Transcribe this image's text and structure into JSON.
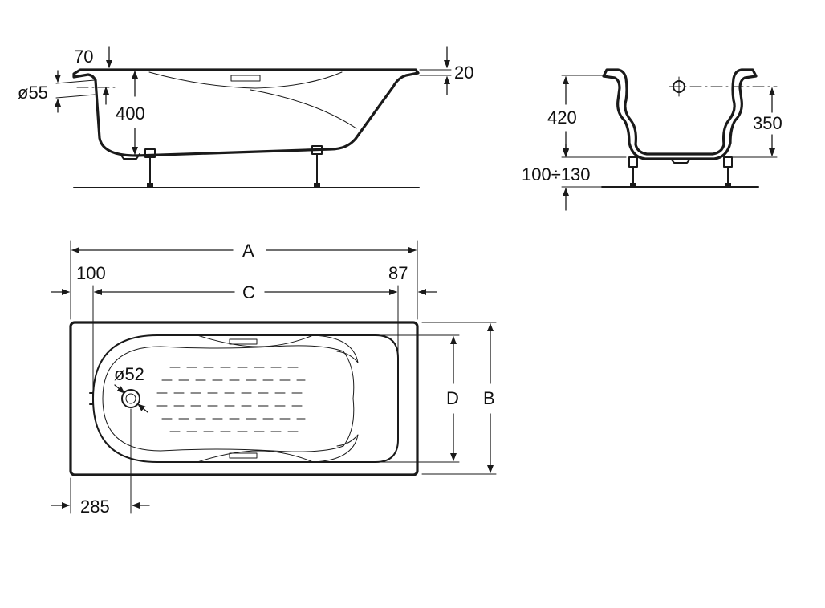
{
  "labels": {
    "side_top_offset": "70",
    "side_rim": "20",
    "overflow_diameter": "ø55",
    "side_depth": "400",
    "end_height": "420",
    "end_depth": "350",
    "leg_range": "100÷130",
    "length_a": "A",
    "length_c": "C",
    "left_margin": "100",
    "right_margin": "87",
    "width_d": "D",
    "width_b": "B",
    "drain_diameter": "ø52",
    "drain_offset": "285"
  },
  "colors": {
    "line": "#1a1a1a",
    "background": "#ffffff"
  }
}
